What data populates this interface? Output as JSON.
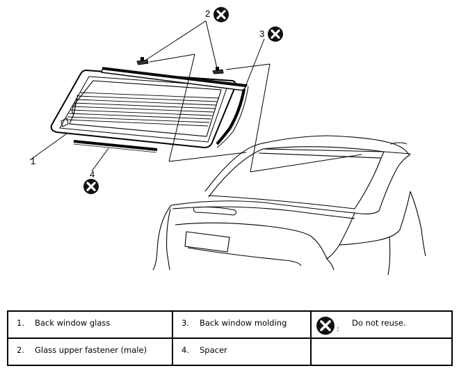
{
  "callouts": {
    "c1": "1",
    "c2": "2",
    "c3": "3",
    "c4": "4"
  },
  "legend": {
    "rows": [
      [
        {
          "num": "1.",
          "label": "Back window glass"
        },
        {
          "num": "3.",
          "label": "Back window molding"
        }
      ],
      [
        {
          "num": "2.",
          "label": "Glass upper fastener (male)"
        },
        {
          "num": "4.",
          "label": "Spacer"
        }
      ]
    ],
    "symbol_note": "Do not reuse.",
    "symbol_colon": ":"
  },
  "colors": {
    "line": "#000000",
    "symbol": "#111111"
  }
}
